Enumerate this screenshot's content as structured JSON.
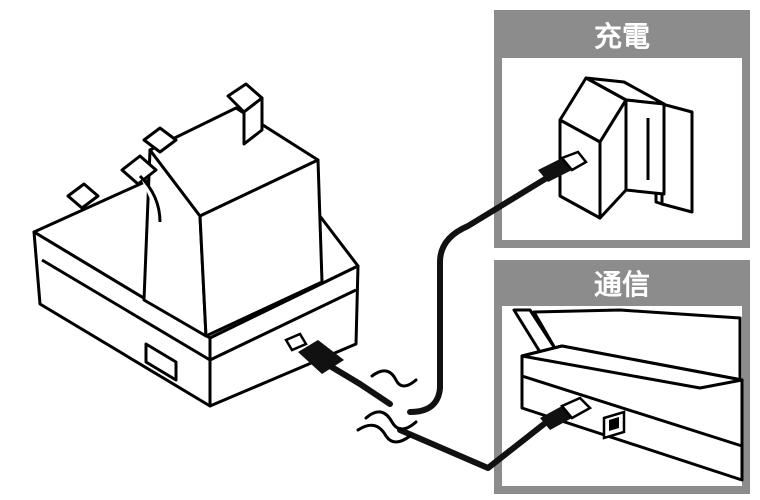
{
  "panels": {
    "charging": {
      "label": "充電"
    },
    "communication": {
      "label": "通信"
    }
  },
  "colors": {
    "panel_header": "#8c8c8c",
    "panel_border": "#8c8c8c",
    "line": "#000000",
    "cable": "#111111",
    "background": "#ffffff"
  },
  "icons": [
    "charging-cradle-icon",
    "ac-adapter-icon",
    "wall-outlet-icon",
    "laptop-icon",
    "usb-plug-icon",
    "usb-port-icon",
    "cable-break-symbol"
  ]
}
